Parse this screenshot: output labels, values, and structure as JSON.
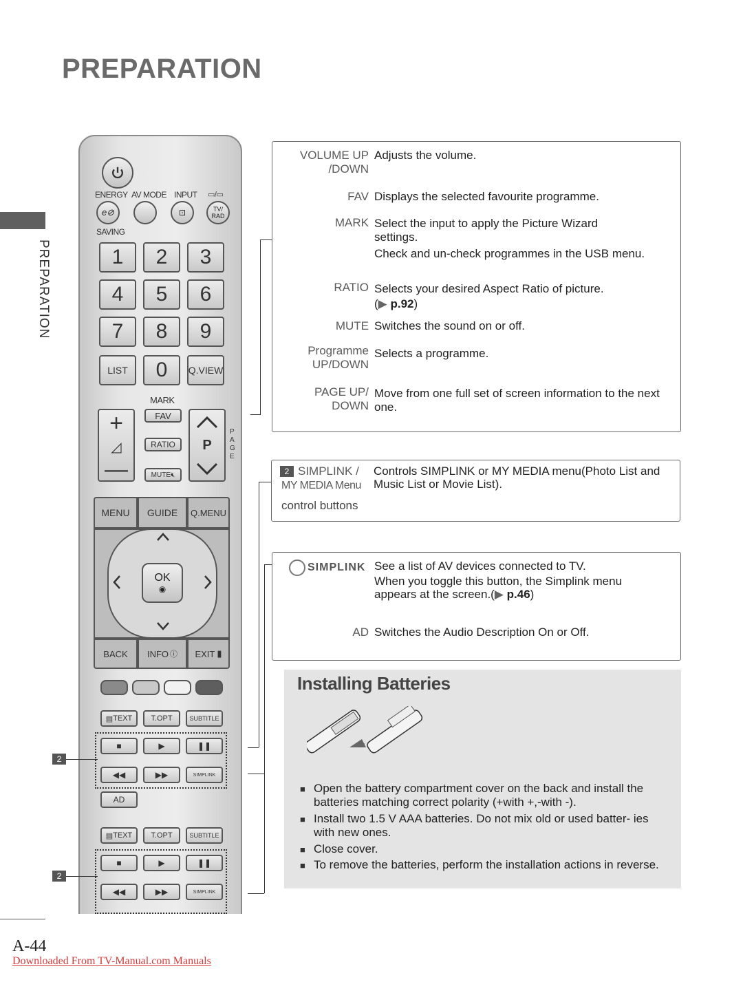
{
  "page_title": "PREPARATION",
  "side_label": "PREPARATION",
  "page_number": "A-44",
  "download_link": "Downloaded From TV-Manual.com Manuals",
  "remote": {
    "energy_label": "ENERGY",
    "saving_label": "SAVING",
    "avmode_label": "AV MODE",
    "input_label": "INPUT",
    "tvrad_label": "TV/ RAD",
    "numbers": [
      "1",
      "2",
      "3",
      "4",
      "5",
      "6",
      "7",
      "8",
      "9"
    ],
    "list_label": "LIST",
    "zero_label": "0",
    "qview_label": "Q.VIEW",
    "mark_label": "MARK",
    "fav_label": "FAV",
    "ratio_label": "RATIO",
    "mute_label": "MUTE",
    "p_label": "P",
    "page_label": "P A G E",
    "menu_label": "MENU",
    "guide_label": "GUIDE",
    "qmenu_label": "Q.MENU",
    "ok_label": "OK",
    "back_label": "BACK",
    "info_label": "INFO",
    "exit_label": "EXIT",
    "text_label": "TEXT",
    "topt_label": "T.OPT",
    "subtitle_label": "SUBTITLE",
    "simplink_small": "SIMPLINK",
    "ad_label": "AD",
    "marker_2": "2",
    "color_keys": [
      "#8a8a8a",
      "#c8c8c8",
      "#f2f2f2",
      "#5e5e5e"
    ]
  },
  "box1": {
    "items": [
      {
        "key": "VOLUME UP /DOWN",
        "desc": "Adjusts the volume."
      },
      {
        "key": "FAV",
        "desc": "Displays the selected favourite programme."
      },
      {
        "key": "MARK",
        "desc": "Select the input to apply the Picture Wizard settings.",
        "desc2": "Check and un-check programmes in the USB menu."
      },
      {
        "key": "RATIO",
        "desc": "Selects your desired Aspect Ratio of picture.",
        "ref": "p.92"
      },
      {
        "key": "MUTE",
        "desc": "Switches the sound on or off."
      },
      {
        "key": "Programme UP/DOWN",
        "desc": "Selects a programme."
      },
      {
        "key": "PAGE UP/ DOWN",
        "desc": "Move from one full set of screen information to the next one."
      }
    ]
  },
  "box2": {
    "marker": "2",
    "key_line1": "SIMPLINK /",
    "key_line2": "MY MEDIA Menu",
    "key_line3": "control buttons",
    "desc": "Controls SIMPLINK or MY MEDIA menu(Photo List and Music List or Movie List)."
  },
  "box3": {
    "simplink_logo": "SIMPLINK",
    "simplink_desc": "See a list of AV devices connected to TV.",
    "simplink_desc2_a": "When you toggle this button, the Simplink menu appears at the screen.(",
    "simplink_ref": "p.46",
    "simplink_desc2_b": ")",
    "ad_key": "AD",
    "ad_desc": "Switches the Audio Description On or Off."
  },
  "batteries": {
    "heading": "Installing Batteries",
    "steps": [
      "Open the battery compartment cover on the back and install the batteries matching correct polarity (+with +,-with -).",
      "Install two 1.5 V AAA batteries. Do not mix old or used batter- ies with new ones.",
      "Close cover.",
      "To remove the batteries, perform the installation actions in reverse."
    ]
  },
  "colors": {
    "heading_gray": "#6a6a6a",
    "panel_bg": "#e4e4e4",
    "link_red": "#d63b3b"
  }
}
